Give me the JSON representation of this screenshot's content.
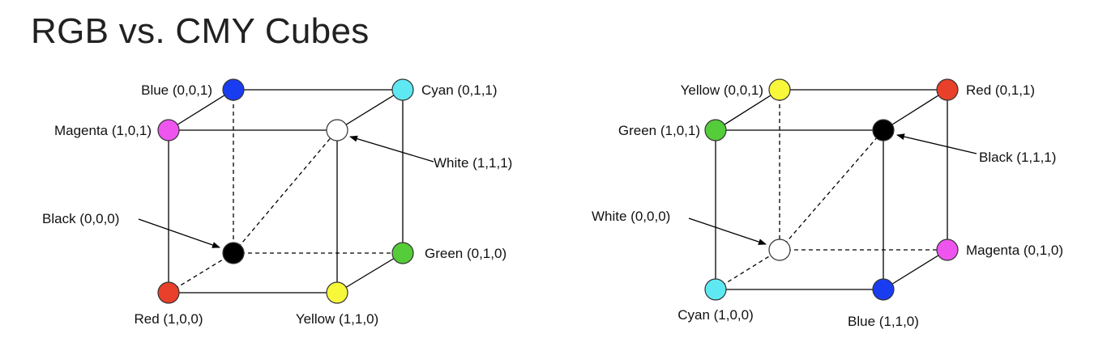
{
  "title": "RGB vs. CMY Cubes",
  "cubes": [
    {
      "name": "rgb-cube",
      "vertices": {
        "back_top_left": {
          "label": "Blue (0,0,1)",
          "color": "#1a3cf0"
        },
        "back_top_right": {
          "label": "Cyan (0,1,1)",
          "color": "#5ee9f2"
        },
        "front_top_left": {
          "label": "Magenta (1,0,1)",
          "color": "#ee55ee"
        },
        "front_top_right": {
          "label": "White (1,1,1)",
          "color": "#ffffff"
        },
        "back_bottom_left": {
          "label": "Black (0,0,0)",
          "color": "#000000"
        },
        "back_bottom_right": {
          "label": "Green (0,1,0)",
          "color": "#55cc3a"
        },
        "front_bottom_left": {
          "label": "Red (1,0,0)",
          "color": "#e8402a"
        },
        "front_bottom_right": {
          "label": "Yellow (1,1,0)",
          "color": "#f8f83a"
        }
      }
    },
    {
      "name": "cmy-cube",
      "vertices": {
        "back_top_left": {
          "label": "Yellow (0,0,1)",
          "color": "#f8f83a"
        },
        "back_top_right": {
          "label": "Red (0,1,1)",
          "color": "#e8402a"
        },
        "front_top_left": {
          "label": "Green (1,0,1)",
          "color": "#55cc3a"
        },
        "front_top_right": {
          "label": "Black (1,1,1)",
          "color": "#000000"
        },
        "back_bottom_left": {
          "label": "White (0,0,0)",
          "color": "#ffffff"
        },
        "back_bottom_right": {
          "label": "Magenta (0,1,0)",
          "color": "#ee55ee"
        },
        "front_bottom_left": {
          "label": "Cyan (1,0,0)",
          "color": "#5ee9f2"
        },
        "front_bottom_right": {
          "label": "Blue (1,1,0)",
          "color": "#1a3cf0"
        }
      }
    }
  ]
}
